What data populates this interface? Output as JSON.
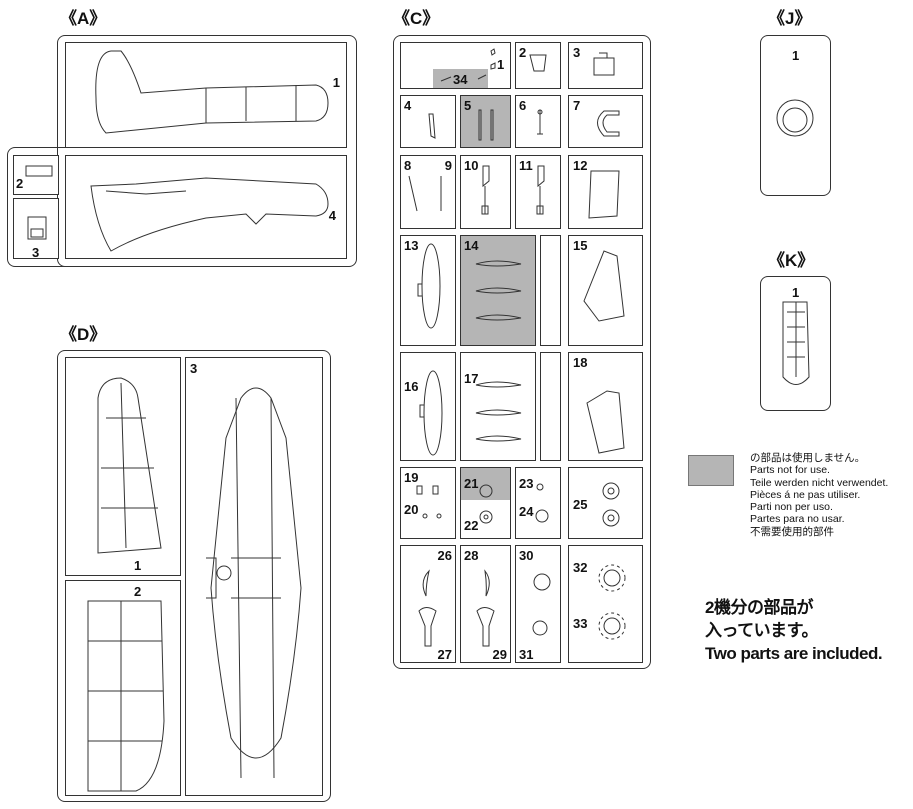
{
  "sprues": {
    "A": {
      "label": "《A》",
      "parts": [
        "1",
        "2",
        "3",
        "4"
      ]
    },
    "C": {
      "label": "《C》",
      "parts": [
        "1",
        "34",
        "2",
        "3",
        "4",
        "5",
        "6",
        "7",
        "8",
        "9",
        "10",
        "11",
        "12",
        "13",
        "14",
        "15",
        "16",
        "17",
        "18",
        "19",
        "20",
        "21",
        "22",
        "23",
        "24",
        "25",
        "26",
        "27",
        "28",
        "29",
        "30",
        "31",
        "32",
        "33"
      ]
    },
    "D": {
      "label": "《D》",
      "parts": [
        "1",
        "2",
        "3"
      ]
    },
    "J": {
      "label": "《J》",
      "parts": [
        "1"
      ]
    },
    "K": {
      "label": "《K》",
      "parts": [
        "1"
      ]
    }
  },
  "legend": {
    "swatch_color": "#b5b5b5",
    "lines": [
      "の部品は使用しません。",
      "Parts not for use.",
      "Teile werden nicht verwendet.",
      "Pièces á ne pas utiliser.",
      "Parti non per uso.",
      "Partes para no usar.",
      "不需要使用的部件"
    ]
  },
  "note": {
    "lines": [
      "2機分の部品が",
      "入っています。",
      "Two parts are included."
    ]
  }
}
